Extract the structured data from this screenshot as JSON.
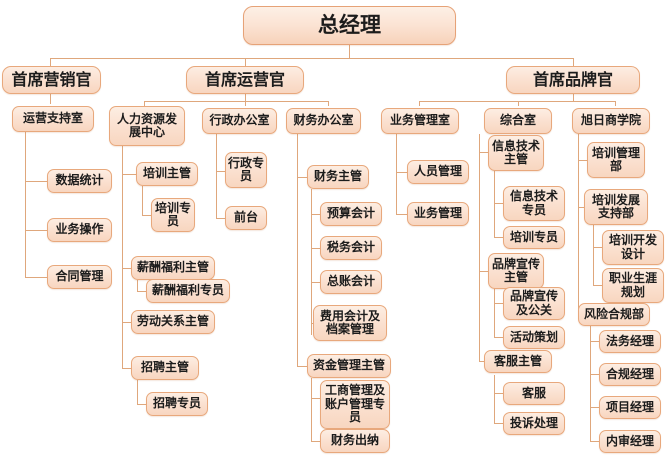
{
  "chart_title": "总经理",
  "chart_type": "organizational-chart",
  "colors": {
    "node_fill_top": "#fdeee3",
    "node_fill_bottom": "#f8d6c0",
    "node_border": "#e8a87c",
    "connector": "#dfa77c",
    "text": "#1c1c1c",
    "background": "#ffffff"
  },
  "nodes": {
    "root": "总经理",
    "cmo": "首席营销官",
    "coo": "首席运营官",
    "cbo": "首席品牌官",
    "ops_support": "运营支持室",
    "data_stats": "数据统计",
    "biz_ops": "业务操作",
    "contract_mgmt": "合同管理",
    "hr_center": "人力资源发展中心",
    "train_mgr": "培训主管",
    "train_spec": "培训专员",
    "comp_ben_mgr": "薪酬福利主管",
    "comp_ben_spec": "薪酬福利专员",
    "labor_rel_mgr": "劳动关系主管",
    "recruit_mgr": "招聘主管",
    "recruit_spec": "招聘专员",
    "admin_office": "行政办公室",
    "admin_spec": "行政专员",
    "reception": "前台",
    "finance_office": "财务办公室",
    "finance_mgr": "财务主管",
    "budget_acct": "预算会计",
    "tax_acct": "税务会计",
    "gl_acct": "总账会计",
    "expense_acct": "费用会计及档案管理",
    "fund_mgr": "资金管理主管",
    "biz_account_spec": "工商管理及账户管理专员",
    "cashier": "财务出纳",
    "biz_mgmt_office": "业务管理室",
    "personnel_mgmt": "人员管理",
    "biz_mgmt": "业务管理",
    "general_office": "综合室",
    "it_mgr": "信息技术主管",
    "it_spec": "信息技术专员",
    "train_spec2": "培训专员",
    "brand_pr_mgr": "品牌宣传主管",
    "brand_pr": "品牌宣传及公关",
    "event_planning": "活动策划",
    "cs_mgr": "客服主管",
    "cs": "客服",
    "complaints": "投诉处理",
    "xuri_academy": "旭日商学院",
    "train_admin_dept": "培训管理部",
    "train_dev_dept": "培训发展支持部",
    "train_dev_design": "培训开发设计",
    "career_planning": "职业生涯规划",
    "risk_comp_dept": "风险合规部",
    "legal_mgr": "法务经理",
    "compliance_mgr": "合规经理",
    "project_mgr": "项目经理",
    "audit_mgr": "内审经理"
  },
  "hierarchy": {
    "总经理": [
      "首席营销官",
      "首席运营官",
      "首席品牌官"
    ],
    "首席营销官": [
      "运营支持室"
    ],
    "运营支持室": [
      "数据统计",
      "业务操作",
      "合同管理"
    ],
    "首席运营官": [
      "人力资源发展中心",
      "行政办公室",
      "财务办公室"
    ],
    "人力资源发展中心": [
      "培训主管",
      "薪酬福利主管",
      "劳动关系主管",
      "招聘主管"
    ],
    "培训主管": [
      "培训专员"
    ],
    "薪酬福利主管": [
      "薪酬福利专员"
    ],
    "招聘主管": [
      "招聘专员"
    ],
    "行政办公室": [
      "行政专员",
      "前台"
    ],
    "财务办公室": [
      "财务主管",
      "资金管理主管"
    ],
    "财务主管": [
      "预算会计",
      "税务会计",
      "总账会计",
      "费用会计及档案管理"
    ],
    "资金管理主管": [
      "工商管理及账户管理专员",
      "财务出纳"
    ],
    "首席品牌官": [
      "业务管理室",
      "综合室",
      "旭日商学院"
    ],
    "业务管理室": [
      "人员管理",
      "业务管理"
    ],
    "综合室": [
      "信息技术主管",
      "品牌宣传主管",
      "客服主管"
    ],
    "信息技术主管": [
      "信息技术专员",
      "培训专员"
    ],
    "品牌宣传主管": [
      "品牌宣传及公关",
      "活动策划"
    ],
    "客服主管": [
      "客服",
      "投诉处理"
    ],
    "旭日商学院": [
      "培训管理部",
      "培训发展支持部",
      "风险合规部"
    ],
    "培训发展支持部": [
      "培训开发设计",
      "职业生涯规划"
    ],
    "风险合规部": [
      "法务经理",
      "合规经理",
      "项目经理",
      "内审经理"
    ]
  }
}
